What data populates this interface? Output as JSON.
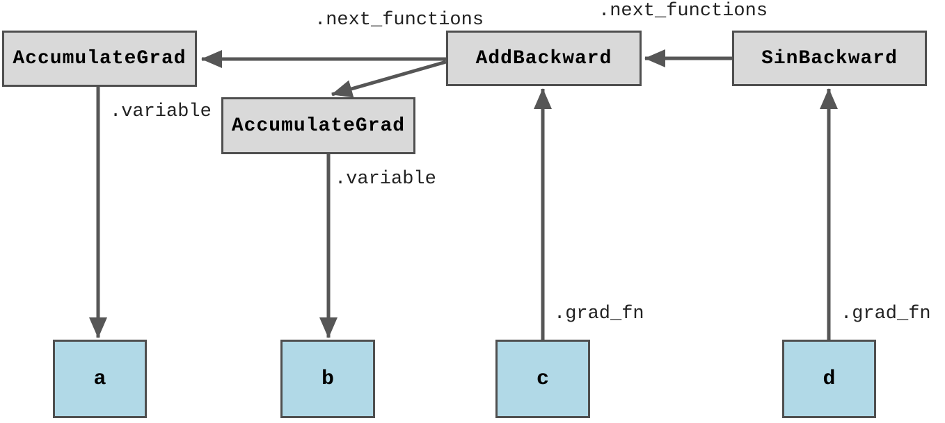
{
  "diagram": {
    "title": "pytorch-autograd-graph",
    "colors": {
      "function_node_fill": "#d9d9d9",
      "variable_node_fill": "#b1d9e7",
      "node_border": "#4f4f4f",
      "arrow": "#565656",
      "edge_label_text": "#222222",
      "node_text": "#000000",
      "background": "#ffffff"
    },
    "nodes": {
      "accumulate_grad_1": {
        "label": "AccumulateGrad",
        "type": "function"
      },
      "accumulate_grad_2": {
        "label": "AccumulateGrad",
        "type": "function"
      },
      "add_backward": {
        "label": "AddBackward",
        "type": "function"
      },
      "sin_backward": {
        "label": "SinBackward",
        "type": "function"
      },
      "var_a": {
        "label": "a",
        "type": "variable"
      },
      "var_b": {
        "label": "b",
        "type": "variable"
      },
      "var_c": {
        "label": "c",
        "type": "variable"
      },
      "var_d": {
        "label": "d",
        "type": "variable"
      }
    },
    "edge_labels": {
      "next_functions_1": ".next_functions",
      "next_functions_2": ".next_functions",
      "variable_1": ".variable",
      "variable_2": ".variable",
      "grad_fn_c": ".grad_fn",
      "grad_fn_d": ".grad_fn"
    },
    "edges": [
      {
        "from": "add_backward",
        "to": "accumulate_grad_1",
        "label": ".next_functions"
      },
      {
        "from": "add_backward",
        "to": "accumulate_grad_2",
        "label": ".next_functions"
      },
      {
        "from": "sin_backward",
        "to": "add_backward",
        "label": ".next_functions"
      },
      {
        "from": "accumulate_grad_1",
        "to": "var_a",
        "label": ".variable"
      },
      {
        "from": "accumulate_grad_2",
        "to": "var_b",
        "label": ".variable"
      },
      {
        "from": "var_c",
        "to": "add_backward",
        "label": ".grad_fn"
      },
      {
        "from": "var_d",
        "to": "sin_backward",
        "label": ".grad_fn"
      }
    ]
  }
}
